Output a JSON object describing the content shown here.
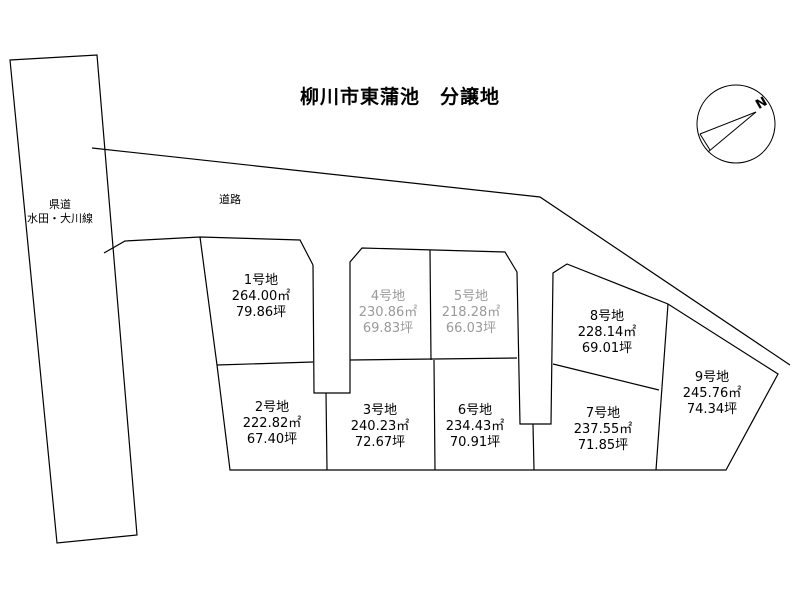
{
  "title": "柳川市東蒲池　分譲地",
  "roads": {
    "road": "道路",
    "prefectural_road_line1": "県道",
    "prefectural_road_line2": "水田・大川線"
  },
  "compass": {
    "north_label": "N"
  },
  "lots": [
    {
      "name": "1号地",
      "area_sqm": "264.00㎡",
      "area_tsubo": "79.86坪",
      "faded": false
    },
    {
      "name": "2号地",
      "area_sqm": "222.82㎡",
      "area_tsubo": "67.40坪",
      "faded": false
    },
    {
      "name": "3号地",
      "area_sqm": "240.23㎡",
      "area_tsubo": "72.67坪",
      "faded": false
    },
    {
      "name": "4号地",
      "area_sqm": "230.86㎡",
      "area_tsubo": "69.83坪",
      "faded": true
    },
    {
      "name": "5号地",
      "area_sqm": "218.28㎡",
      "area_tsubo": "66.03坪",
      "faded": true
    },
    {
      "name": "6号地",
      "area_sqm": "234.43㎡",
      "area_tsubo": "70.91坪",
      "faded": false
    },
    {
      "name": "7号地",
      "area_sqm": "237.55㎡",
      "area_tsubo": "71.85坪",
      "faded": false
    },
    {
      "name": "8号地",
      "area_sqm": "228.14㎡",
      "area_tsubo": "69.01坪",
      "faded": false
    },
    {
      "name": "9号地",
      "area_sqm": "245.76㎡",
      "area_tsubo": "74.34坪",
      "faded": false
    }
  ]
}
